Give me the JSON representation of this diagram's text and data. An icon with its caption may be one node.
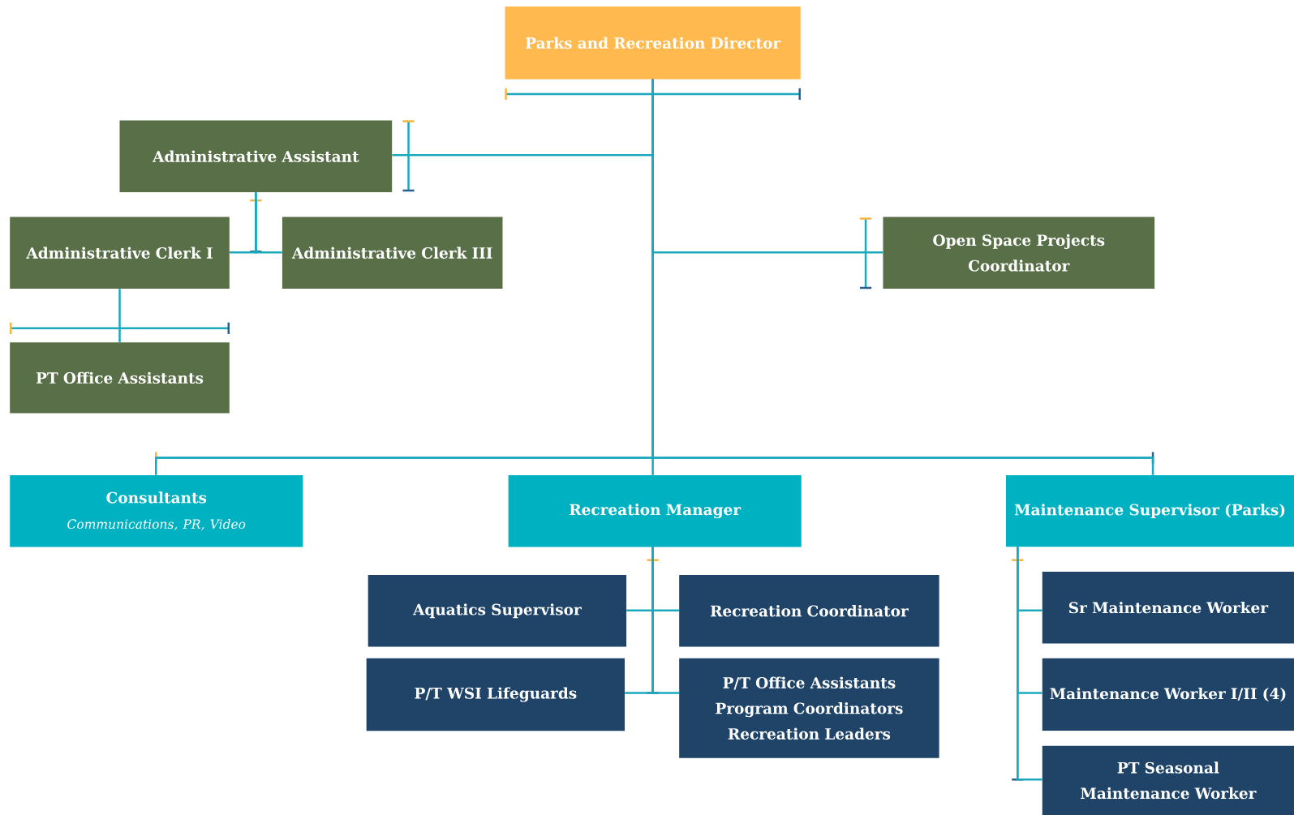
{
  "diagram": {
    "nodes": [
      {
        "text": [
          "Parks and Recreation Director"
        ]
      },
      {
        "text": [
          "Administrative Assistant"
        ]
      },
      {
        "text": [
          "Administrative Clerk I"
        ]
      },
      {
        "text": [
          "Administrative Clerk III"
        ]
      },
      {
        "text": [
          "PT Office Assistants"
        ]
      },
      {
        "text": [
          "Open Space Projects Coordinator"
        ]
      },
      {
        "text": [
          "Consultants",
          "Communications, PR, Video"
        ]
      },
      {
        "text": [
          "Recreation Manager"
        ]
      },
      {
        "text": [
          "Maintenance Supervisor (Parks)"
        ]
      },
      {
        "text": [
          "Aquatics Supervisor"
        ]
      },
      {
        "text": [
          "Recreation Coordinator"
        ]
      },
      {
        "text": [
          "P/T WSI Lifeguards"
        ]
      },
      {
        "text": [
          "P/T Office Assistants Program Coordinators Recreation Leaders"
        ]
      },
      {
        "text": [
          "Sr Maintenance Worker"
        ]
      },
      {
        "text": [
          "Maintenance Worker I/II (4)"
        ]
      },
      {
        "text": [
          "PT Seasonal Maintenance Worker"
        ]
      }
    ],
    "edges": [
      {
        "from": 0,
        "to": 1,
        "arrow": "none"
      },
      {
        "from": 0,
        "to": 5,
        "arrow": "none"
      },
      {
        "from": 0,
        "to": 6,
        "arrow": "none"
      },
      {
        "from": 0,
        "to": 7,
        "arrow": "none"
      },
      {
        "from": 0,
        "to": 8,
        "arrow": "none"
      },
      {
        "from": 1,
        "to": 2,
        "arrow": "none"
      },
      {
        "from": 1,
        "to": 3,
        "arrow": "none"
      },
      {
        "from": 2,
        "to": 4,
        "arrow": "none"
      },
      {
        "from": 7,
        "to": 9,
        "arrow": "none"
      },
      {
        "from": 7,
        "to": 10,
        "arrow": "none"
      },
      {
        "from": 7,
        "to": 11,
        "arrow": "none"
      },
      {
        "from": 7,
        "to": 12,
        "arrow": "none"
      },
      {
        "from": 8,
        "to": 13,
        "arrow": "none"
      },
      {
        "from": 8,
        "to": 14,
        "arrow": "none"
      },
      {
        "from": 8,
        "to": 15,
        "arrow": "none"
      }
    ]
  }
}
